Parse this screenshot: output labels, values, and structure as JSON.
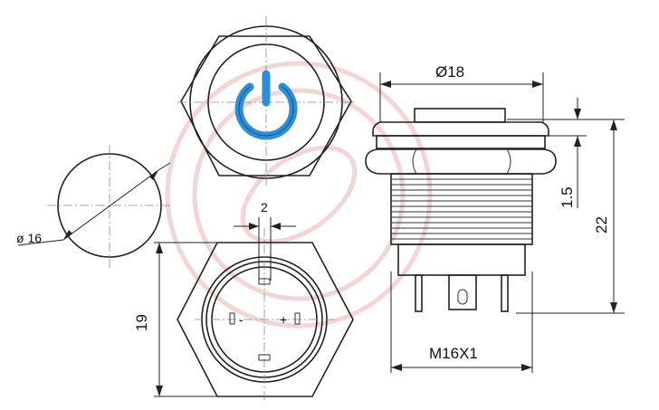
{
  "diagram": {
    "dimensions": {
      "hole_diameter": "ø 16",
      "top_diameter": "Ø18",
      "terminal_gap": "2",
      "height_across_flats": "19",
      "total_height": "22",
      "ring_height": "1.5",
      "thread": "M16X1"
    },
    "terminal_marks": {
      "negative": "-",
      "positive": "+"
    },
    "colors": {
      "power_symbol": "#2a8fd6",
      "line": "#222222",
      "watermark": "#f3d5d5"
    },
    "icons": [
      "power-symbol-icon"
    ]
  }
}
